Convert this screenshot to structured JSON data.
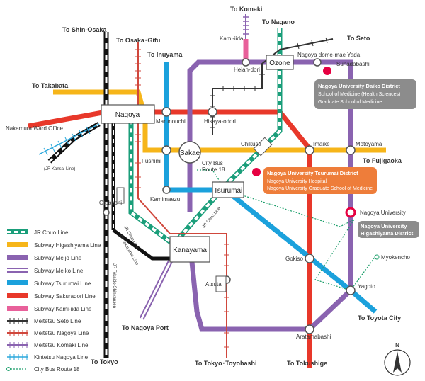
{
  "lines": {
    "jr_chuo": {
      "name": "JR Chuo Line",
      "color": "#1a9e7a"
    },
    "higashiyama": {
      "name": "Subway Higashiyama Line",
      "color": "#f6b519"
    },
    "meijo": {
      "name": "Subway Meijo Line",
      "color": "#8a63b0"
    },
    "meiko": {
      "name": "Subway Meiko Line",
      "color": "#8a63b0"
    },
    "tsurumai": {
      "name": "Subway Tsurumai Line",
      "color": "#1ba1dc"
    },
    "sakuradori": {
      "name": "Subway Sakuradori Line",
      "color": "#e8382a"
    },
    "kamiiida": {
      "name": "Subway Kami-iida Line",
      "color": "#e8609a"
    },
    "meitetsu_seto": {
      "name": "Meitetsu Seto Line",
      "color": "#333333"
    },
    "meitetsu_nagoya": {
      "name": "Meitetsu Nagoya Line",
      "color": "#d0473c"
    },
    "meitetsu_komaki": {
      "name": "Meitetsu Komaki Line",
      "color": "#8a63b0"
    },
    "kintetsu": {
      "name": "Kintetsu Nagoya Line",
      "color": "#2aa7dc"
    },
    "citybus": {
      "name": "City Bus Route 18",
      "color": "#1a9e6a"
    }
  },
  "directions": {
    "shin_osaka": "To Shin-Osaka",
    "osaka_gifu": "To Osaka･Gifu",
    "komaki": "To Komaki",
    "nagano": "To Nagano",
    "seto": "To Seto",
    "inuyama": "To Inuyama",
    "takabata": "To Takabata",
    "fujigaoka": "To Fujigaoka",
    "toyota": "To Toyota City",
    "nagoya_port": "To Nagoya Port",
    "tokyo": "To Tokyo",
    "tokyo_toyohashi": "To Tokyo･Toyohashi",
    "tokushige": "To Tokushige"
  },
  "major_stations": {
    "nagoya": "Nagoya",
    "sakae": "Sakae",
    "ozone": "Ozone",
    "tsurumai": "Tsurumai",
    "kanayama": "Kanayama"
  },
  "stations": {
    "kamiiida": "Kami-iida",
    "heiandori": "Heian-dori",
    "nagoya_dome": "Nagoya dome-mae Yada",
    "sunadabashi": "Sunadabashi",
    "marunouchi": "Marunouchi",
    "hisaya": "Hisaya-odori",
    "chikusa": "Chikusa",
    "imaike": "Imaike",
    "motoyama": "Motoyama",
    "fushimi": "Fushimi",
    "city_bus": "City Bus",
    "route18": "Route 18",
    "kamimaezu": "Kamimaezu",
    "otobashi": "Otobashi",
    "nagoya_university": "Nagoya University",
    "myokencho": "Myokencho",
    "gokiso": "Gokiso",
    "yagoto": "Yagoto",
    "atsuta": "Atsuta",
    "aratamabashi": "Aratamabashi",
    "nakamura": "Nakamura Ward Office",
    "jr_kansai": "(JR Kansai Line)",
    "jr_chuo_vert": "JR Chuo Line",
    "jr_takayama_vert": "JR Takayama Line",
    "jr_tokaido_vert": "JR Tokaido-Shinkansen",
    "jr_chuo_diag": "JR Chuo Line"
  },
  "institutions": {
    "daiko": {
      "title": "Nagoya University Daiko District",
      "lines": [
        "School of Medicine (Health Sciences)",
        "Graduate School of Medicine"
      ],
      "color": "#8c8c8c"
    },
    "tsurumai": {
      "title": "Nagoya University Tsurumai District",
      "lines": [
        "Nagoya University Hospital",
        "Nagoya University Graduate School of Medicine"
      ],
      "color": "#ee7d3a"
    },
    "higashiyama": {
      "title": "Nagoya University",
      "title2": "Higashiyama District",
      "color": "#8c8c8c"
    }
  },
  "marker_colors": {
    "pin": "#e60041"
  },
  "compass": "N"
}
